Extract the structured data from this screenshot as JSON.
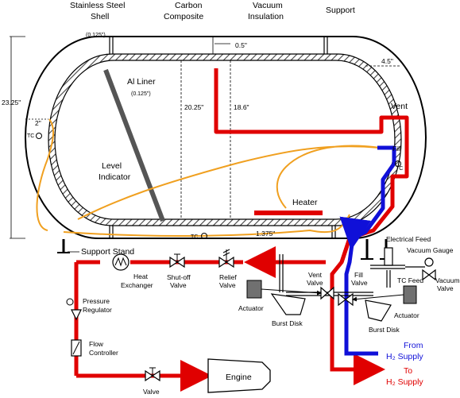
{
  "labels": {
    "shell_title": "Stainless Steel Shell",
    "shell_line1": "Stainless Steel",
    "shell_line2": "Shell",
    "shell_thickness": "(0.125\")",
    "carbon_line1": "Carbon",
    "carbon_line2": "Composite",
    "vacuum_line1": "Vacuum",
    "vacuum_line2": "Insulation",
    "support": "Support",
    "dim_05": "0.5\"",
    "dim_45": "4.5\"",
    "al_line1": "Al Liner",
    "al_line2": "(0.125\")",
    "dim_2325": "23.25\"",
    "dim_2025": "20.25\"",
    "dim_186": "18.6\"",
    "dim_2": "2\"",
    "dim_1375": "1.375\"",
    "vent_top": "Vent",
    "fill_top": "Fill",
    "tc": "TC",
    "level_line1": "Level",
    "level_line2": "Indicator",
    "heater": "Heater",
    "support_stand": "Support Stand",
    "electrical_feed": "Electrical Feed",
    "vacuum_gauge": "Vacuum Gauge",
    "vacuum_valve_line1": "Vacuum",
    "vacuum_valve_line2": "Valve",
    "tc_feed": "TC Feed",
    "heat_ex_line1": "Heat",
    "heat_ex_line2": "Exchanger",
    "shutoff_line1": "Shut-off",
    "shutoff_line2": "Valve",
    "relief_line1": "Relief",
    "relief_line2": "Valve",
    "vent_valve_line1": "Vent",
    "vent_valve_line2": "Valve",
    "fill_valve_line1": "Fill",
    "fill_valve_line2": "Valve",
    "pressure_line1": "Pressure",
    "pressure_line2": "Regulator",
    "actuator_left": "Actuator",
    "actuator_right": "Actuator",
    "burst_left": "Burst Disk",
    "burst_right": "Burst Disk",
    "flow_line1": "Flow",
    "flow_line2": "Controller",
    "from_line1": "From",
    "from_line2": "H₂ Supply",
    "to_line1": "To",
    "to_line2": "H₂ Supply",
    "valve": "Valve",
    "engine": "Engine"
  },
  "colors": {
    "supply_line": "#1010d8",
    "return_line": "#e00000",
    "level_sensor": "#f0a020"
  },
  "icons": [
    "valve-icon",
    "pressure-gauge-icon",
    "heat-exchanger-icon",
    "actuator-icon",
    "engine-icon"
  ]
}
